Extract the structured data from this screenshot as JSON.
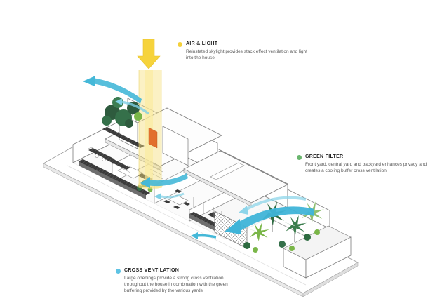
{
  "annotations": {
    "air_light": {
      "label": "AIR & LIGHT",
      "text": "Reinstated skylight provides stack effect ventilation and light into the house"
    },
    "green_filter": {
      "label": "GREEN FILTER",
      "text": "Front yard, central yard and backyard enhances privacy and creates a cooling buffer cross ventilation"
    },
    "cross_ventilation": {
      "label": "CROSS VENTILATION",
      "text": "Large openings provide a strong cross ventilation throughout the house in combination with the green buffering provided by the various yards"
    }
  },
  "colors": {
    "air_light": "#f4d03a",
    "green_filter": "#6ab66e",
    "cross_ventilation": "#5ec3e4",
    "airflow_arrow": "#3fb4d8",
    "skylight_beam": "#f7e17c",
    "vegetation_dark": "#2e6b42",
    "vegetation_light": "#7ab648",
    "accent_orange": "#e2702e",
    "linework": "#7a7a7a"
  }
}
